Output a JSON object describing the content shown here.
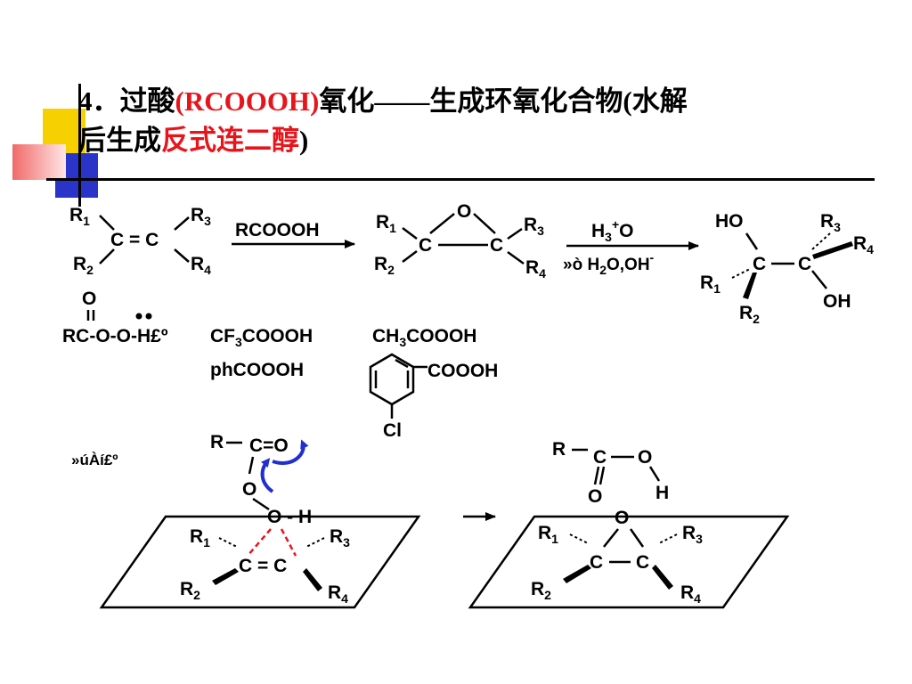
{
  "title": {
    "line1_prefix": "4．过酸",
    "line1_reagent": "(RCOOOH)",
    "line1_suffix": "氧化——生成环氧化合物(水解",
    "line2_prefix": "后生成",
    "line2_highlight": "反式连二醇",
    "line2_suffix": ")"
  },
  "colors": {
    "highlight_red": "#e8141c",
    "deco_yellow": "#f7d000",
    "deco_blue": "#2b34c8",
    "deco_red": "#f06a6a",
    "curved_arrow_blue": "#1f2fd0",
    "dashed_bond_red": "#e8141c"
  },
  "reaction": {
    "reactant_r1": "R",
    "reactant_r1_sub": "1",
    "reactant_r2": "R",
    "reactant_r2_sub": "2",
    "reactant_r3": "R",
    "reactant_r3_sub": "3",
    "reactant_r4": "R",
    "reactant_r4_sub": "4",
    "reactant_core": "C = C",
    "arrow1_reagent": "RCOOOH",
    "epoxide_o": "O",
    "epoxide_c": "C",
    "epoxide_r1": "R",
    "epoxide_r1_sub": "1",
    "epoxide_r2": "R",
    "epoxide_r2_sub": "2",
    "epoxide_r3": "R",
    "epoxide_r3_sub": "3",
    "epoxide_r4": "R",
    "epoxide_r4_sub": "4",
    "arrow2_reagent_top": "H",
    "arrow2_reagent_top_sub": "3",
    "arrow2_reagent_top_sup": "+",
    "arrow2_reagent_top_end": "O",
    "arrow2_reagent_bottom_prefix": "»ò H",
    "arrow2_reagent_bottom_sub": "2",
    "arrow2_reagent_bottom_end": "O,OH",
    "arrow2_reagent_bottom_sup": "-",
    "diol_ho": "HO",
    "diol_oh": "OH",
    "diol_c": "C",
    "diol_r1": "R",
    "diol_r1_sub": "1",
    "diol_r2": "R",
    "diol_r2_sub": "2",
    "diol_r3": "R",
    "diol_r3_sub": "3",
    "diol_r4": "R",
    "diol_r4_sub": "4"
  },
  "peracids": {
    "generic_o": "O",
    "generic_text": "RC-O-O-H£º",
    "cf3_a": "CF",
    "cf3_sub": "3",
    "cf3_b": "COOOH",
    "ch3_a": "CH",
    "ch3_sub": "3",
    "ch3_b": "COOOH",
    "phcoooh": "phCOOOH",
    "mcpba_cooh": "COOOH",
    "mcpba_cl": "Cl"
  },
  "mechanism": {
    "label": "»úÀí£º",
    "left_r": "R",
    "left_c_o": "C=O",
    "left_o": "O",
    "left_o_h": "O - H",
    "left_r1": "R",
    "left_r1_sub": "1",
    "left_r2": "R",
    "left_r2_sub": "2",
    "left_r3": "R",
    "left_r3_sub": "3",
    "left_r4": "R",
    "left_r4_sub": "4",
    "left_core": "C = C",
    "right_r": "R",
    "right_c": "C",
    "right_o": "O",
    "right_acid_o": "O",
    "right_h": "H",
    "right_epox_o": "O",
    "right_r1": "R",
    "right_r1_sub": "1",
    "right_r2": "R",
    "right_r2_sub": "2",
    "right_r3": "R",
    "right_r3_sub": "3",
    "right_r4": "R",
    "right_r4_sub": "4"
  }
}
